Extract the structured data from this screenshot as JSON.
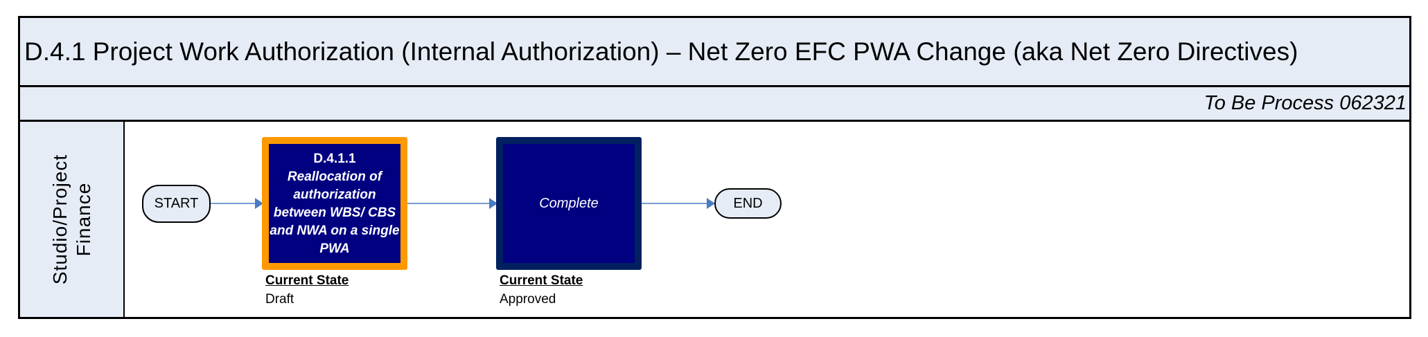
{
  "header": {
    "title": "D.4.1 Project Work Authorization (Internal Authorization) – Net Zero EFC PWA Change (aka Net Zero Directives)",
    "subtitle": "To Be Process 062321"
  },
  "lane": {
    "label": "Studio/Project\nFinance"
  },
  "start": {
    "label": "START"
  },
  "end": {
    "label": "END"
  },
  "tasks": [
    {
      "id": "D.4.1.1",
      "description": "Reallocation of authorization between WBS/ CBS and NWA on a single PWA",
      "state_heading": "Current State",
      "state": "Draft",
      "border_color": "#ff9900",
      "fill_color": "#000080"
    },
    {
      "name": "Complete",
      "state_heading": "Current State",
      "state": "Approved",
      "border_color": "#002060",
      "fill_color": "#000080"
    }
  ],
  "colors": {
    "header_bg": "#e6ecf6",
    "connector": "#4a7cc4"
  }
}
